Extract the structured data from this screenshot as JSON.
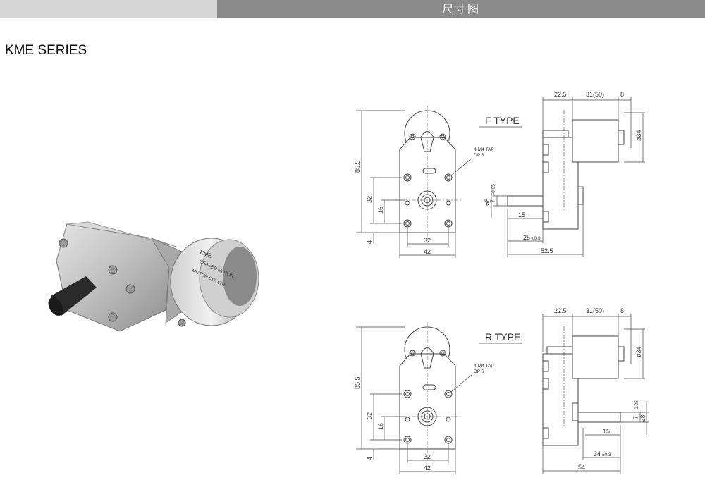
{
  "header": {
    "title": "尺寸图"
  },
  "series": {
    "title": "KME  SERIES"
  },
  "photo": {
    "brand_label": "KME",
    "label_line1": "GEARED MOTOR",
    "label_line2": "MOTOR CO.,LTD"
  },
  "drawings": [
    {
      "type_label": "F TYPE",
      "tap_line1": "4-M4 TAP",
      "tap_line2": "DP 6",
      "dim_height": "85.5",
      "dim_32v": "32",
      "dim_16v": "16",
      "dim_4v": "4",
      "dim_32h": "32",
      "dim_42h": "42",
      "side_22_5": "22.5",
      "side_31_50": "31(50)",
      "side_8": "8",
      "side_phi34": "ø34",
      "side_phi8": "ø8",
      "side_7": "7",
      "side_tol": "-0.05",
      "side_15": "15",
      "side_25": "25",
      "side_25_tol": "±0.3",
      "side_total": "52.5"
    },
    {
      "type_label": "R TYPE",
      "tap_line1": "4-M4 TAP",
      "tap_line2": "DP 6",
      "dim_height": "85.5",
      "dim_32v": "32",
      "dim_16v": "16",
      "dim_4v": "4",
      "dim_32h": "32",
      "dim_42h": "42",
      "side_22_5": "22.5",
      "side_31_50": "31(50)",
      "side_8": "8",
      "side_phi34": "ø34",
      "side_phi8": "ø8",
      "side_7": "7",
      "side_tol": "-0.05",
      "side_15": "15",
      "side_34": "34",
      "side_34_tol": "±0.3",
      "side_total": "54"
    }
  ]
}
